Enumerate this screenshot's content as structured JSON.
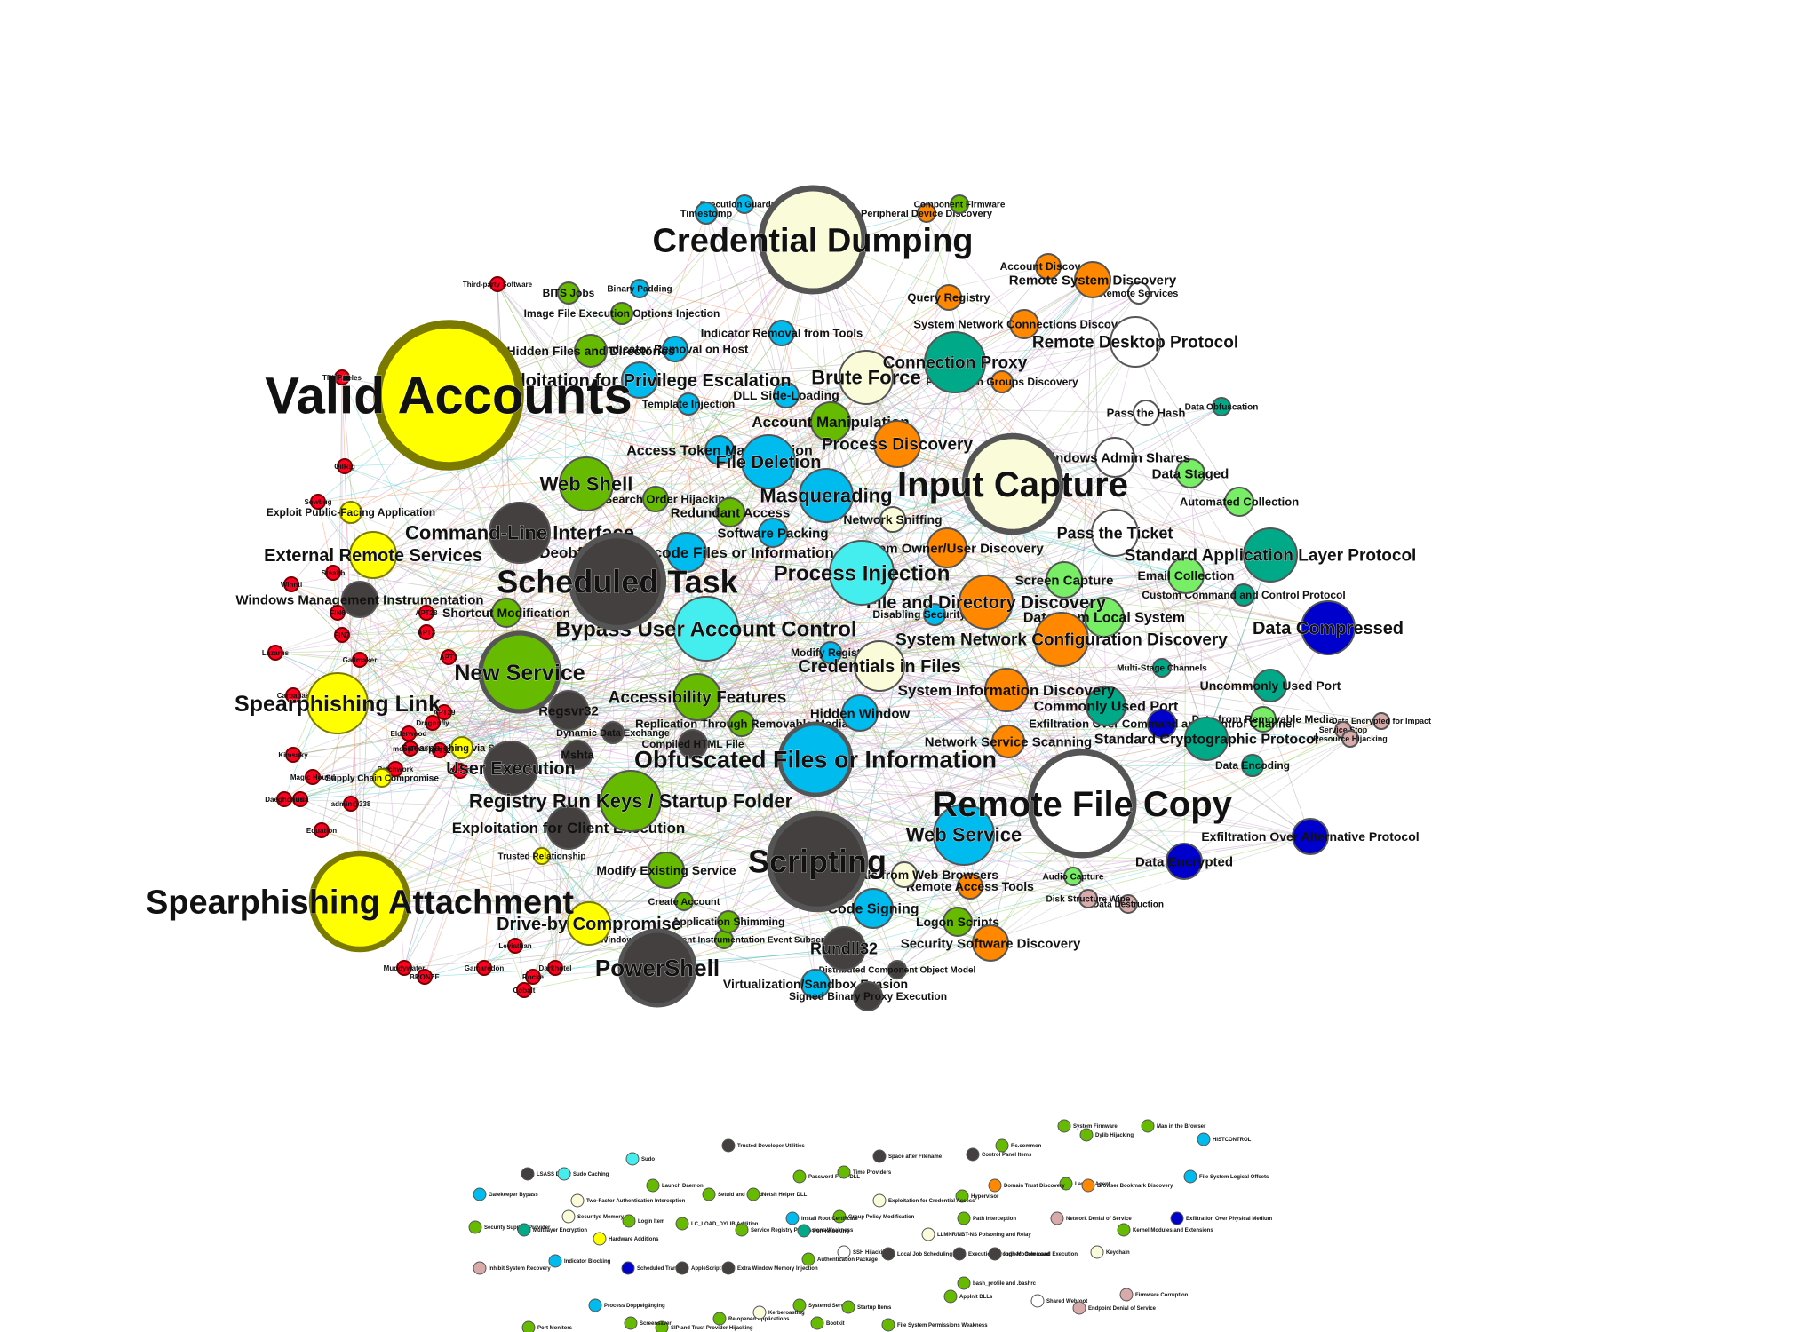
{
  "colors": {
    "group": "#ffff00",
    "group_ring": "#7a7a00",
    "software": "#ff0022",
    "malware": "#444040",
    "persistence": "#66bb00",
    "defense": "#00bbee",
    "credential": "#fafbd8",
    "discovery": "#ff8800",
    "lateral": "#00aa88",
    "collection": "#77ee66",
    "c2": "#0000cc",
    "exfil": "#ffffff",
    "impact": "#d8aaaa",
    "turquoise": "#44eeee",
    "edge_colors": [
      "#999999",
      "#bbbbbb",
      "#cc88cc",
      "#44cccc",
      "#ff8844",
      "#88cc44",
      "#aaaaaa",
      "#dd99dd"
    ]
  },
  "nodes": [
    {
      "label": "Valid Accounts",
      "cat": "group"
    },
    {
      "label": "Spearphishing Attachment",
      "cat": "group"
    },
    {
      "label": "Spearphishing Link",
      "cat": "group"
    },
    {
      "label": "External Remote Services",
      "cat": "group"
    },
    {
      "label": "Drive-by Compromise",
      "cat": "group"
    },
    {
      "label": "Exploit Public-Facing Application",
      "cat": "group"
    },
    {
      "label": "Spearphishing via Service",
      "cat": "group"
    },
    {
      "label": "Supply Chain Compromise",
      "cat": "group"
    },
    {
      "label": "Trusted Relationship",
      "cat": "group"
    },
    {
      "label": "Credential Dumping",
      "cat": "credential"
    },
    {
      "label": "Input Capture",
      "cat": "credential"
    },
    {
      "label": "Brute Force",
      "cat": "credential"
    },
    {
      "label": "Credentials in Files",
      "cat": "credential"
    },
    {
      "label": "Network Sniffing",
      "cat": "credential"
    },
    {
      "label": "Remote File Copy",
      "cat": "exfil"
    },
    {
      "label": "Scheduled Task",
      "cat": "malware"
    },
    {
      "label": "Scripting",
      "cat": "malware"
    },
    {
      "label": "PowerShell",
      "cat": "malware"
    },
    {
      "label": "Command-Line Interface",
      "cat": "malware"
    },
    {
      "label": "Windows Management Instrumentation",
      "cat": "malware"
    },
    {
      "label": "Regsvr32",
      "cat": "malware"
    },
    {
      "label": "Mshta",
      "cat": "malware"
    },
    {
      "label": "User Execution",
      "cat": "malware"
    },
    {
      "label": "Rundll32",
      "cat": "malware"
    },
    {
      "label": "Exploitation for Client Execution",
      "cat": "malware"
    },
    {
      "label": "Compiled HTML File",
      "cat": "malware"
    },
    {
      "label": "Dynamic Data Exchange",
      "cat": "malware"
    },
    {
      "label": "New Service",
      "cat": "persistence"
    },
    {
      "label": "Web Shell",
      "cat": "persistence"
    },
    {
      "label": "Registry Run Keys / Startup Folder",
      "cat": "persistence"
    },
    {
      "label": "Accessibility Features",
      "cat": "persistence"
    },
    {
      "label": "Modify Existing Service",
      "cat": "persistence"
    },
    {
      "label": "Hidden Files and Directories",
      "cat": "persistence"
    },
    {
      "label": "Account Manipulation",
      "cat": "persistence"
    },
    {
      "label": "Shortcut Modification",
      "cat": "persistence"
    },
    {
      "label": "Create Account",
      "cat": "persistence"
    },
    {
      "label": "Logon Scripts",
      "cat": "persistence"
    },
    {
      "label": "Bypass User Account Control",
      "cat": "turquoise"
    },
    {
      "label": "Process Injection",
      "cat": "turquoise"
    },
    {
      "label": "Obfuscated Files or Information",
      "cat": "defense"
    },
    {
      "label": "Masquerading",
      "cat": "defense"
    },
    {
      "label": "File Deletion",
      "cat": "defense"
    },
    {
      "label": "Web Service",
      "cat": "defense"
    },
    {
      "label": "Code Signing",
      "cat": "defense"
    },
    {
      "label": "Deobfuscate/Decode Files or Information",
      "cat": "defense"
    },
    {
      "label": "Software Packing",
      "cat": "defense"
    },
    {
      "label": "Hidden Window",
      "cat": "defense"
    },
    {
      "label": "Timestomp",
      "cat": "defense"
    },
    {
      "label": "DLL Side-Loading",
      "cat": "defense"
    },
    {
      "label": "Indicator Removal on Host",
      "cat": "defense"
    },
    {
      "label": "Exploitation for Privilege Escalation",
      "cat": "defense"
    },
    {
      "label": "Process Discovery",
      "cat": "discovery"
    },
    {
      "label": "File and Directory Discovery",
      "cat": "discovery"
    },
    {
      "label": "System Network Configuration Discovery",
      "cat": "discovery"
    },
    {
      "label": "System Information Discovery",
      "cat": "discovery"
    },
    {
      "label": "System Owner/User Discovery",
      "cat": "discovery"
    },
    {
      "label": "Remote System Discovery",
      "cat": "discovery"
    },
    {
      "label": "Security Software Discovery",
      "cat": "discovery"
    },
    {
      "label": "Network Service Scanning",
      "cat": "discovery"
    },
    {
      "label": "Query Registry",
      "cat": "discovery"
    },
    {
      "label": "System Network Connections Discovery",
      "cat": "discovery"
    },
    {
      "label": "Account Discovery",
      "cat": "discovery"
    },
    {
      "label": "Connection Proxy",
      "cat": "lateral"
    },
    {
      "label": "Standard Application Layer Protocol",
      "cat": "lateral"
    },
    {
      "label": "Standard Cryptographic Protocol",
      "cat": "lateral"
    },
    {
      "label": "Commonly Used Port",
      "cat": "lateral"
    },
    {
      "label": "Uncommonly Used Port",
      "cat": "lateral"
    },
    {
      "label": "Remote Desktop Protocol",
      "cat": "exfil"
    },
    {
      "label": "Windows Admin Shares",
      "cat": "exfil"
    },
    {
      "label": "Pass the Ticket",
      "cat": "exfil"
    },
    {
      "label": "Pass the Hash",
      "cat": "exfil"
    },
    {
      "label": "Remote Services",
      "cat": "exfil"
    },
    {
      "label": "Screen Capture",
      "cat": "collection"
    },
    {
      "label": "Data from Local System",
      "cat": "collection"
    },
    {
      "label": "Data Staged",
      "cat": "collection"
    },
    {
      "label": "Email Collection",
      "cat": "collection"
    },
    {
      "label": "Automated Collection",
      "cat": "collection"
    },
    {
      "label": "Audio Capture",
      "cat": "collection"
    },
    {
      "label": "Data from Removable Media",
      "cat": "collection"
    },
    {
      "label": "Data Compressed",
      "cat": "c2"
    },
    {
      "label": "Data Encrypted",
      "cat": "c2"
    },
    {
      "label": "Exfiltration Over Alternative Protocol",
      "cat": "c2"
    },
    {
      "label": "Exfiltration Over Command and Control Channel",
      "cat": "c2"
    },
    {
      "label": "Data Destruction",
      "cat": "impact"
    },
    {
      "label": "Disk Structure Wipe",
      "cat": "impact"
    },
    {
      "label": "Data Encrypted for Impact",
      "cat": "impact"
    },
    {
      "label": "Service Stop",
      "cat": "impact"
    },
    {
      "label": "Resource Hijacking",
      "cat": "impact"
    },
    {
      "label": "Remote Access Tools",
      "cat": "discovery"
    },
    {
      "label": "Virtualization/Sandbox Evasion",
      "cat": "defense"
    },
    {
      "label": "Signed Binary Proxy Execution",
      "cat": "malware"
    },
    {
      "label": "Credentials from Web Browsers",
      "cat": "credential"
    },
    {
      "label": "Redundant Access",
      "cat": "persistence"
    },
    {
      "label": "Access Token Manipulation",
      "cat": "defense"
    },
    {
      "label": "DLL Search Order Hijacking",
      "cat": "persistence"
    },
    {
      "label": "Replication Through Removable Media",
      "cat": "persistence"
    },
    {
      "label": "Indicator Removal from Tools",
      "cat": "defense"
    },
    {
      "label": "Disabling Security Tools",
      "cat": "defense"
    },
    {
      "label": "Template Injection",
      "cat": "defense"
    },
    {
      "label": "Peripheral Device Discovery",
      "cat": "discovery"
    },
    {
      "label": "Permission Groups Discovery",
      "cat": "discovery"
    },
    {
      "label": "Data Encoding",
      "cat": "lateral"
    },
    {
      "label": "Custom Command and Control Protocol",
      "cat": "lateral"
    },
    {
      "label": "Multi-Stage Channels",
      "cat": "lateral"
    },
    {
      "label": "Data Obfuscation",
      "cat": "lateral"
    },
    {
      "label": "Application Shimming",
      "cat": "persistence"
    },
    {
      "label": "Modify Registry",
      "cat": "defense"
    },
    {
      "label": "BITS Jobs",
      "cat": "persistence"
    },
    {
      "label": "Image File Execution Options Injection",
      "cat": "persistence"
    },
    {
      "label": "Binary Padding",
      "cat": "defense"
    },
    {
      "label": "Execution Guardrails",
      "cat": "defense"
    },
    {
      "label": "Component Firmware",
      "cat": "persistence"
    },
    {
      "label": "Distributed Component Object Model",
      "cat": "malware"
    },
    {
      "label": "Windows Management Instrumentation Event Subscription",
      "cat": "persistence"
    },
    {
      "label": "Third-party Software",
      "cat": "software"
    },
    {
      "label": "TEMP.Veles",
      "cat": "software"
    },
    {
      "label": "Elderwood",
      "cat": "software"
    },
    {
      "label": "Dragonfly",
      "cat": "software"
    },
    {
      "label": "menuPass",
      "cat": "software"
    },
    {
      "label": "Patchwork",
      "cat": "software"
    },
    {
      "label": "Darkhotel",
      "cat": "software"
    },
    {
      "label": "Lazarus",
      "cat": "software"
    },
    {
      "label": "Carbanak",
      "cat": "software"
    },
    {
      "label": "Kimsuky",
      "cat": "software"
    },
    {
      "label": "Sowbug",
      "cat": "software"
    },
    {
      "label": "Gamaredon",
      "cat": "software"
    },
    {
      "label": "Magic Hound",
      "cat": "software"
    },
    {
      "label": "Winnti",
      "cat": "software"
    },
    {
      "label": "Muddywater",
      "cat": "software"
    },
    {
      "label": "BRONZE",
      "cat": "software"
    },
    {
      "label": "Leviathan",
      "cat": "software"
    },
    {
      "label": "Turla",
      "cat": "software"
    },
    {
      "label": "Equation",
      "cat": "software"
    },
    {
      "label": "OilRig",
      "cat": "software"
    },
    {
      "label": "APT28",
      "cat": "software"
    },
    {
      "label": "APT29",
      "cat": "software"
    },
    {
      "label": "APT32",
      "cat": "software"
    },
    {
      "label": "APT33",
      "cat": "software"
    },
    {
      "label": "APT3",
      "cat": "software"
    },
    {
      "label": "APT1",
      "cat": "software"
    },
    {
      "label": "FIN6",
      "cat": "software"
    },
    {
      "label": "FIN7",
      "cat": "software"
    },
    {
      "label": "Cobalt",
      "cat": "software"
    },
    {
      "label": "Stealth",
      "cat": "software"
    },
    {
      "label": "Gallmaker",
      "cat": "software"
    },
    {
      "label": "admin@338",
      "cat": "software"
    },
    {
      "label": "Rocke",
      "cat": "software"
    },
    {
      "label": "Daeghonus",
      "cat": "software"
    }
  ],
  "isolated": [
    {
      "label": "Gatekeeper Bypass",
      "cat": "defense"
    },
    {
      "label": "LSASS Driver",
      "cat": "malware"
    },
    {
      "label": "Sudo Caching",
      "cat": "turquoise"
    },
    {
      "label": "Sudo",
      "cat": "turquoise"
    },
    {
      "label": "Trusted Developer Utilities",
      "cat": "malware"
    },
    {
      "label": "Launch Daemon",
      "cat": "persistence"
    },
    {
      "label": "Setuid and Setgid",
      "cat": "persistence"
    },
    {
      "label": "Netsh Helper DLL",
      "cat": "persistence"
    },
    {
      "label": "Password Filter DLL",
      "cat": "persistence"
    },
    {
      "label": "Time Providers",
      "cat": "persistence"
    },
    {
      "label": "Space after Filename",
      "cat": "malware"
    },
    {
      "label": "Control Panel Items",
      "cat": "malware"
    },
    {
      "label": "Hypervisor",
      "cat": "persistence"
    },
    {
      "label": "Rc.common",
      "cat": "persistence"
    },
    {
      "label": "Launch Agent",
      "cat": "persistence"
    },
    {
      "label": "Dylib Hijacking",
      "cat": "persistence"
    },
    {
      "label": "System Firmware",
      "cat": "persistence"
    },
    {
      "label": "Man in the Browser",
      "cat": "persistence"
    },
    {
      "label": "HISTCONTROL",
      "cat": "defense"
    },
    {
      "label": "Domain Trust Discovery",
      "cat": "discovery"
    },
    {
      "label": "Browser Bookmark Discovery",
      "cat": "discovery"
    },
    {
      "label": "File System Logical Offsets",
      "cat": "defense"
    },
    {
      "label": "Two-Factor Authentication Interception",
      "cat": "credential"
    },
    {
      "label": "Exploitation for Credential Access",
      "cat": "credential"
    },
    {
      "label": "Group Policy Modification",
      "cat": "persistence"
    },
    {
      "label": "Install Root Certificate",
      "cat": "defense"
    },
    {
      "label": "Path Interception",
      "cat": "persistence"
    },
    {
      "label": "Network Denial of Service",
      "cat": "impact"
    },
    {
      "label": "Security Support Provider",
      "cat": "persistence"
    },
    {
      "label": "Multilayer Encryption",
      "cat": "lateral"
    },
    {
      "label": "Securityd Memory",
      "cat": "credential"
    },
    {
      "label": "Login Item",
      "cat": "persistence"
    },
    {
      "label": "LC_LOAD_DYLIB Addition",
      "cat": "persistence"
    },
    {
      "label": "Service Registry Permissions Weakness",
      "cat": "persistence"
    },
    {
      "label": "Port Knocking",
      "cat": "lateral"
    },
    {
      "label": "Exfiltration Over Physical Medium",
      "cat": "c2"
    },
    {
      "label": "Kernel Modules and Extensions",
      "cat": "persistence"
    },
    {
      "label": "Hardware Additions",
      "cat": "group"
    },
    {
      "label": "LLMNR/NBT-NS Poisoning and Relay",
      "cat": "credential"
    },
    {
      "label": "SSH Hijacking",
      "cat": "exfil"
    },
    {
      "label": "Local Job Scheduling",
      "cat": "malware"
    },
    {
      "label": "Execution through Module Load",
      "cat": "malware"
    },
    {
      "label": "Indirect Command Execution",
      "cat": "malware"
    },
    {
      "label": "Keychain",
      "cat": "credential"
    },
    {
      "label": "Inhibit System Recovery",
      "cat": "impact"
    },
    {
      "label": "Indicator Blocking",
      "cat": "defense"
    },
    {
      "label": "Scheduled Transfer",
      "cat": "c2"
    },
    {
      "label": "AppleScript",
      "cat": "malware"
    },
    {
      "label": "Extra Window Memory Injection",
      "cat": "malware"
    },
    {
      "label": "Authentication Package",
      "cat": "persistence"
    },
    {
      "label": "bash_profile and .bashrc",
      "cat": "persistence"
    },
    {
      "label": "AppInit DLLs",
      "cat": "persistence"
    },
    {
      "label": "Shared Webroot",
      "cat": "exfil"
    },
    {
      "label": "Endpoint Denial of Service",
      "cat": "impact"
    },
    {
      "label": "Firmware Corruption",
      "cat": "impact"
    },
    {
      "label": "Re-opened Applications",
      "cat": "persistence"
    },
    {
      "label": "SIP and Trust Provider Hijacking",
      "cat": "persistence"
    },
    {
      "label": "Process Doppelgänging",
      "cat": "defense"
    },
    {
      "label": "Systemd Service",
      "cat": "persistence"
    },
    {
      "label": "Startup Items",
      "cat": "persistence"
    },
    {
      "label": "File System Permissions Weakness",
      "cat": "persistence"
    },
    {
      "label": "Port Monitors",
      "cat": "persistence"
    },
    {
      "label": "Screensaver",
      "cat": "persistence"
    },
    {
      "label": "Kerberoasting",
      "cat": "credential"
    },
    {
      "label": "Bootkit",
      "cat": "persistence"
    }
  ]
}
